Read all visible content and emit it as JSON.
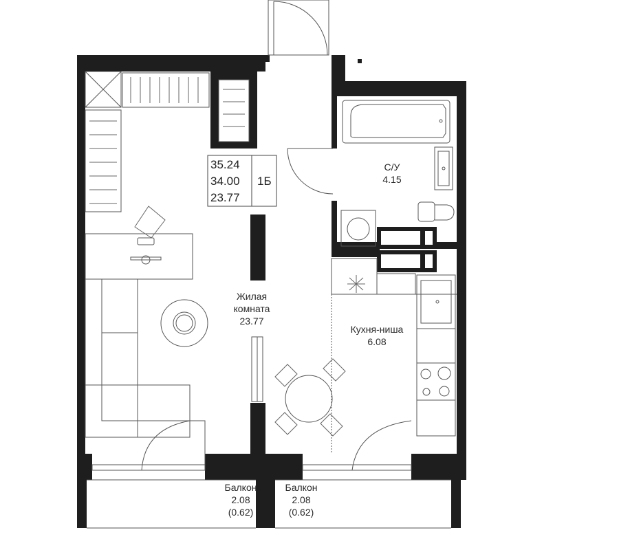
{
  "plan": {
    "info": {
      "total_area": "35.24",
      "area_no_balcony": "34.00",
      "living_area": "23.77",
      "apartment_type": "1Б"
    },
    "rooms": [
      {
        "id": "living",
        "name": "Жилая",
        "name2": "комната",
        "area": "23.77"
      },
      {
        "id": "bath",
        "name": "С/У",
        "area": "4.15"
      },
      {
        "id": "kitchen",
        "name": "Кухня-ниша",
        "area": "6.08"
      },
      {
        "id": "balcony-left",
        "name": "Балкон",
        "area": "2.08",
        "reduced_area": "(0.62)"
      },
      {
        "id": "balcony-right",
        "name": "Балкон",
        "area": "2.08",
        "reduced_area": "(0.62)"
      }
    ],
    "colors": {
      "wall": "#1e1e1e",
      "line": "#555555",
      "background": "#ffffff"
    }
  }
}
